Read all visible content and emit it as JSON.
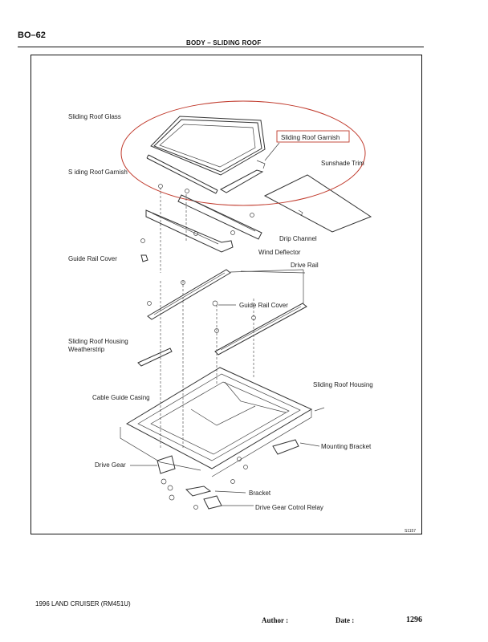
{
  "header": {
    "section_code": "BO–62",
    "title": "BODY   –    SLIDING ROOF"
  },
  "diagram": {
    "labels": {
      "sliding_roof_glass": "Sliding Roof Glass",
      "sliding_roof_garnish_boxed": "Sliding Roof Garnish",
      "sunshade_trim": "Sunshade Trim",
      "sliding_roof_garnish": "S  iding Roof Garnish",
      "drip_channel": "Drip Channel",
      "guide_rail_cover_left": "Guide Rail Cover",
      "wind_deflector": "Wind Deflector",
      "drive_rail": "Drive Rail",
      "guide_rail_cover_center": "Guide Rail Cover",
      "housing_weatherstrip_line1": "Sliding Roof Housing",
      "housing_weatherstrip_line2": "Weatherstrip",
      "sliding_roof_housing": "Sliding Roof Housing",
      "cable_guide_casing": "Cable Guide Casing",
      "mounting_bracket": "Mounting Bracket",
      "drive_gear": "Drive Gear",
      "bracket": "Bracket",
      "drive_gear_control_relay": "Drive Gear Cotrol Relay",
      "figure_code": "S1157"
    },
    "highlight_color": "#c0392b"
  },
  "footer": {
    "model": "1996 LAND CRUISER   (RM451U)",
    "author_label": "Author :",
    "date_label": "Date :",
    "page_number": "1296"
  }
}
